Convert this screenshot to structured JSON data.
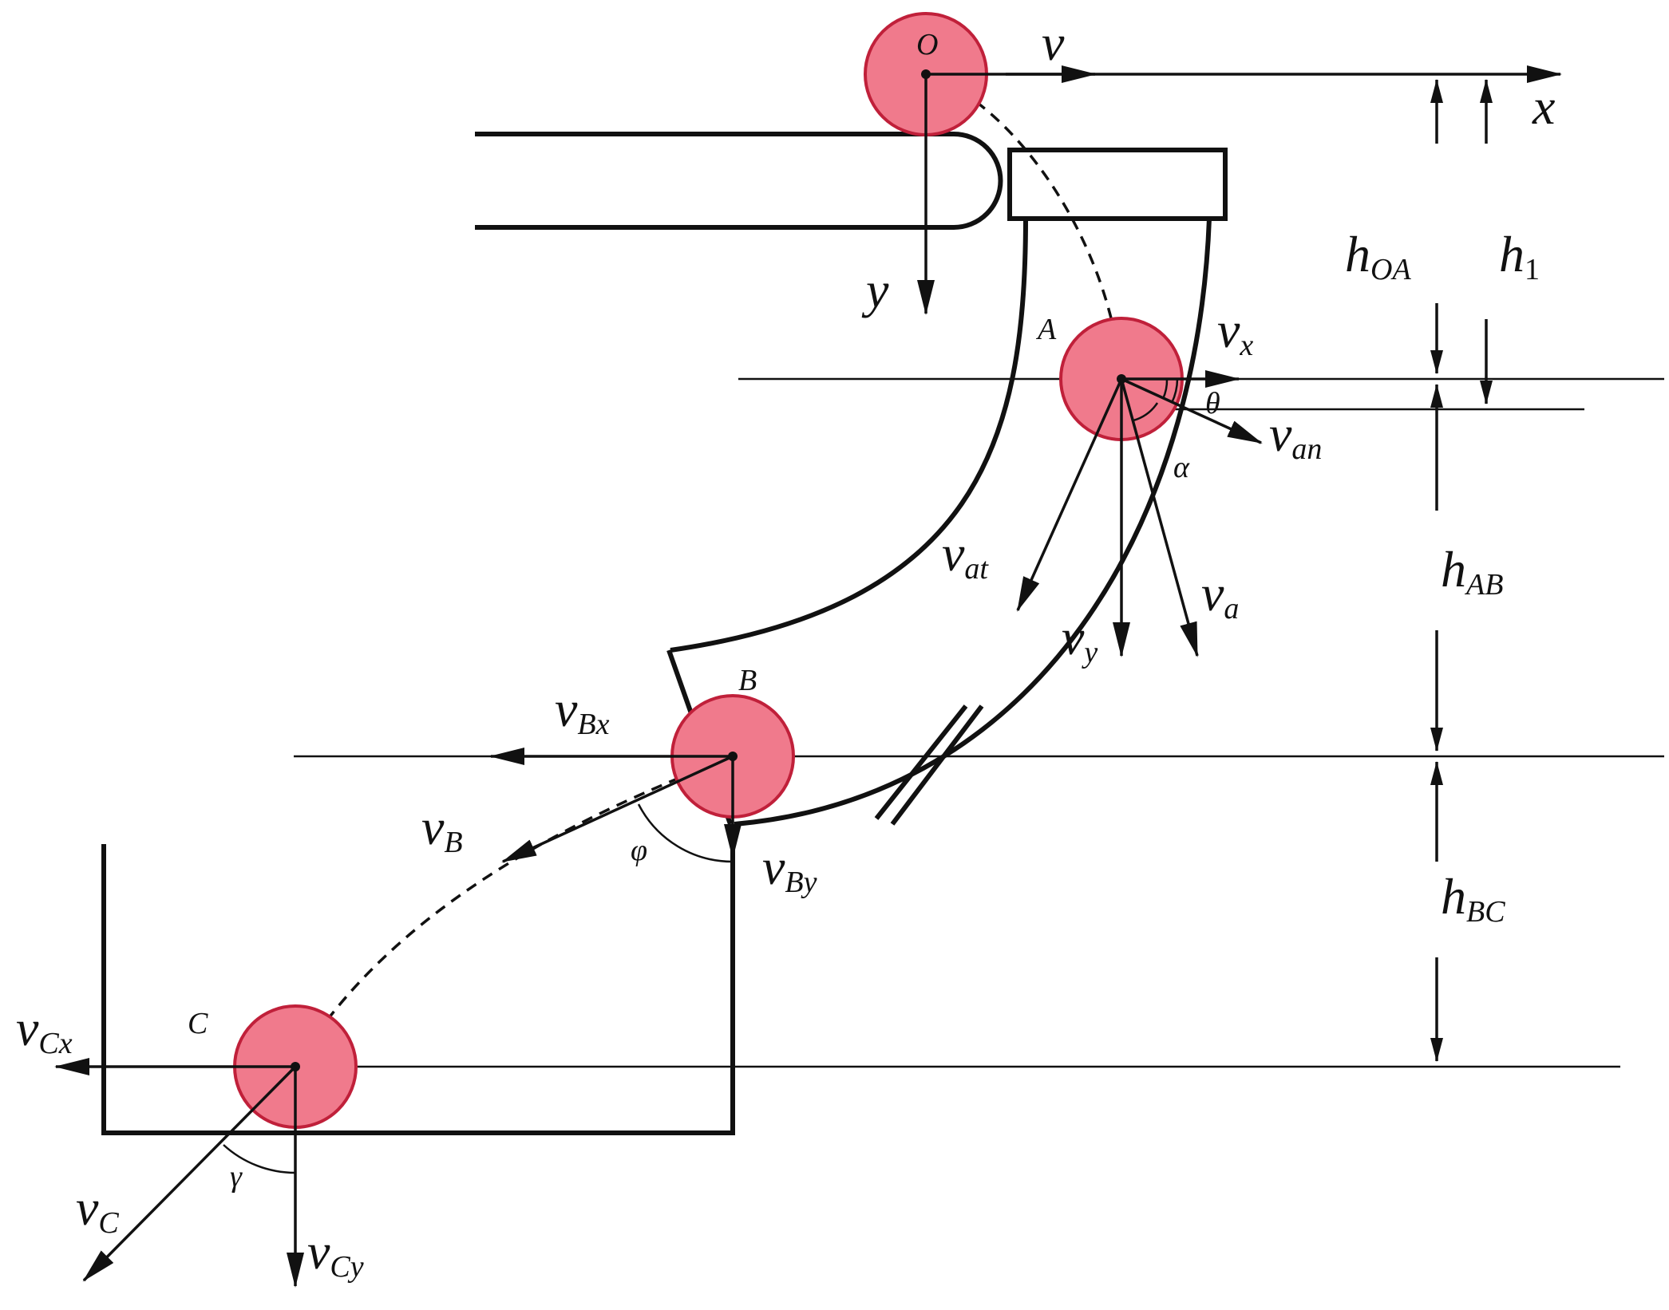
{
  "labels": {
    "O": "O",
    "A": "A",
    "B": "B",
    "C": "C",
    "v": "v",
    "x_axis": "x",
    "y_axis": "y",
    "v_x": {
      "main": "v",
      "sub": "x"
    },
    "v_y": {
      "main": "v",
      "sub": "y"
    },
    "v_an": {
      "main": "v",
      "sub": "an"
    },
    "v_at": {
      "main": "v",
      "sub": "at"
    },
    "v_a": {
      "main": "v",
      "sub": "a"
    },
    "v_Bx": {
      "main": "v",
      "sub": "Bx"
    },
    "v_By": {
      "main": "v",
      "sub": "By"
    },
    "v_B": {
      "main": "v",
      "sub": "B"
    },
    "v_Cx": {
      "main": "v",
      "sub": "Cx"
    },
    "v_Cy": {
      "main": "v",
      "sub": "Cy"
    },
    "v_C": {
      "main": "v",
      "sub": "C"
    },
    "theta": "θ",
    "alpha": "α",
    "phi": "φ",
    "gamma": "γ",
    "h_OA": {
      "main": "h",
      "sub": "OA"
    },
    "h_1": {
      "main": "h",
      "sub": "1"
    },
    "h_AB": {
      "main": "h",
      "sub": "AB"
    },
    "h_BC": {
      "main": "h",
      "sub": "BC"
    }
  },
  "colors": {
    "ball_fill": "#f07a8c",
    "ball_stroke": "#c0203a",
    "line": "#111111"
  }
}
